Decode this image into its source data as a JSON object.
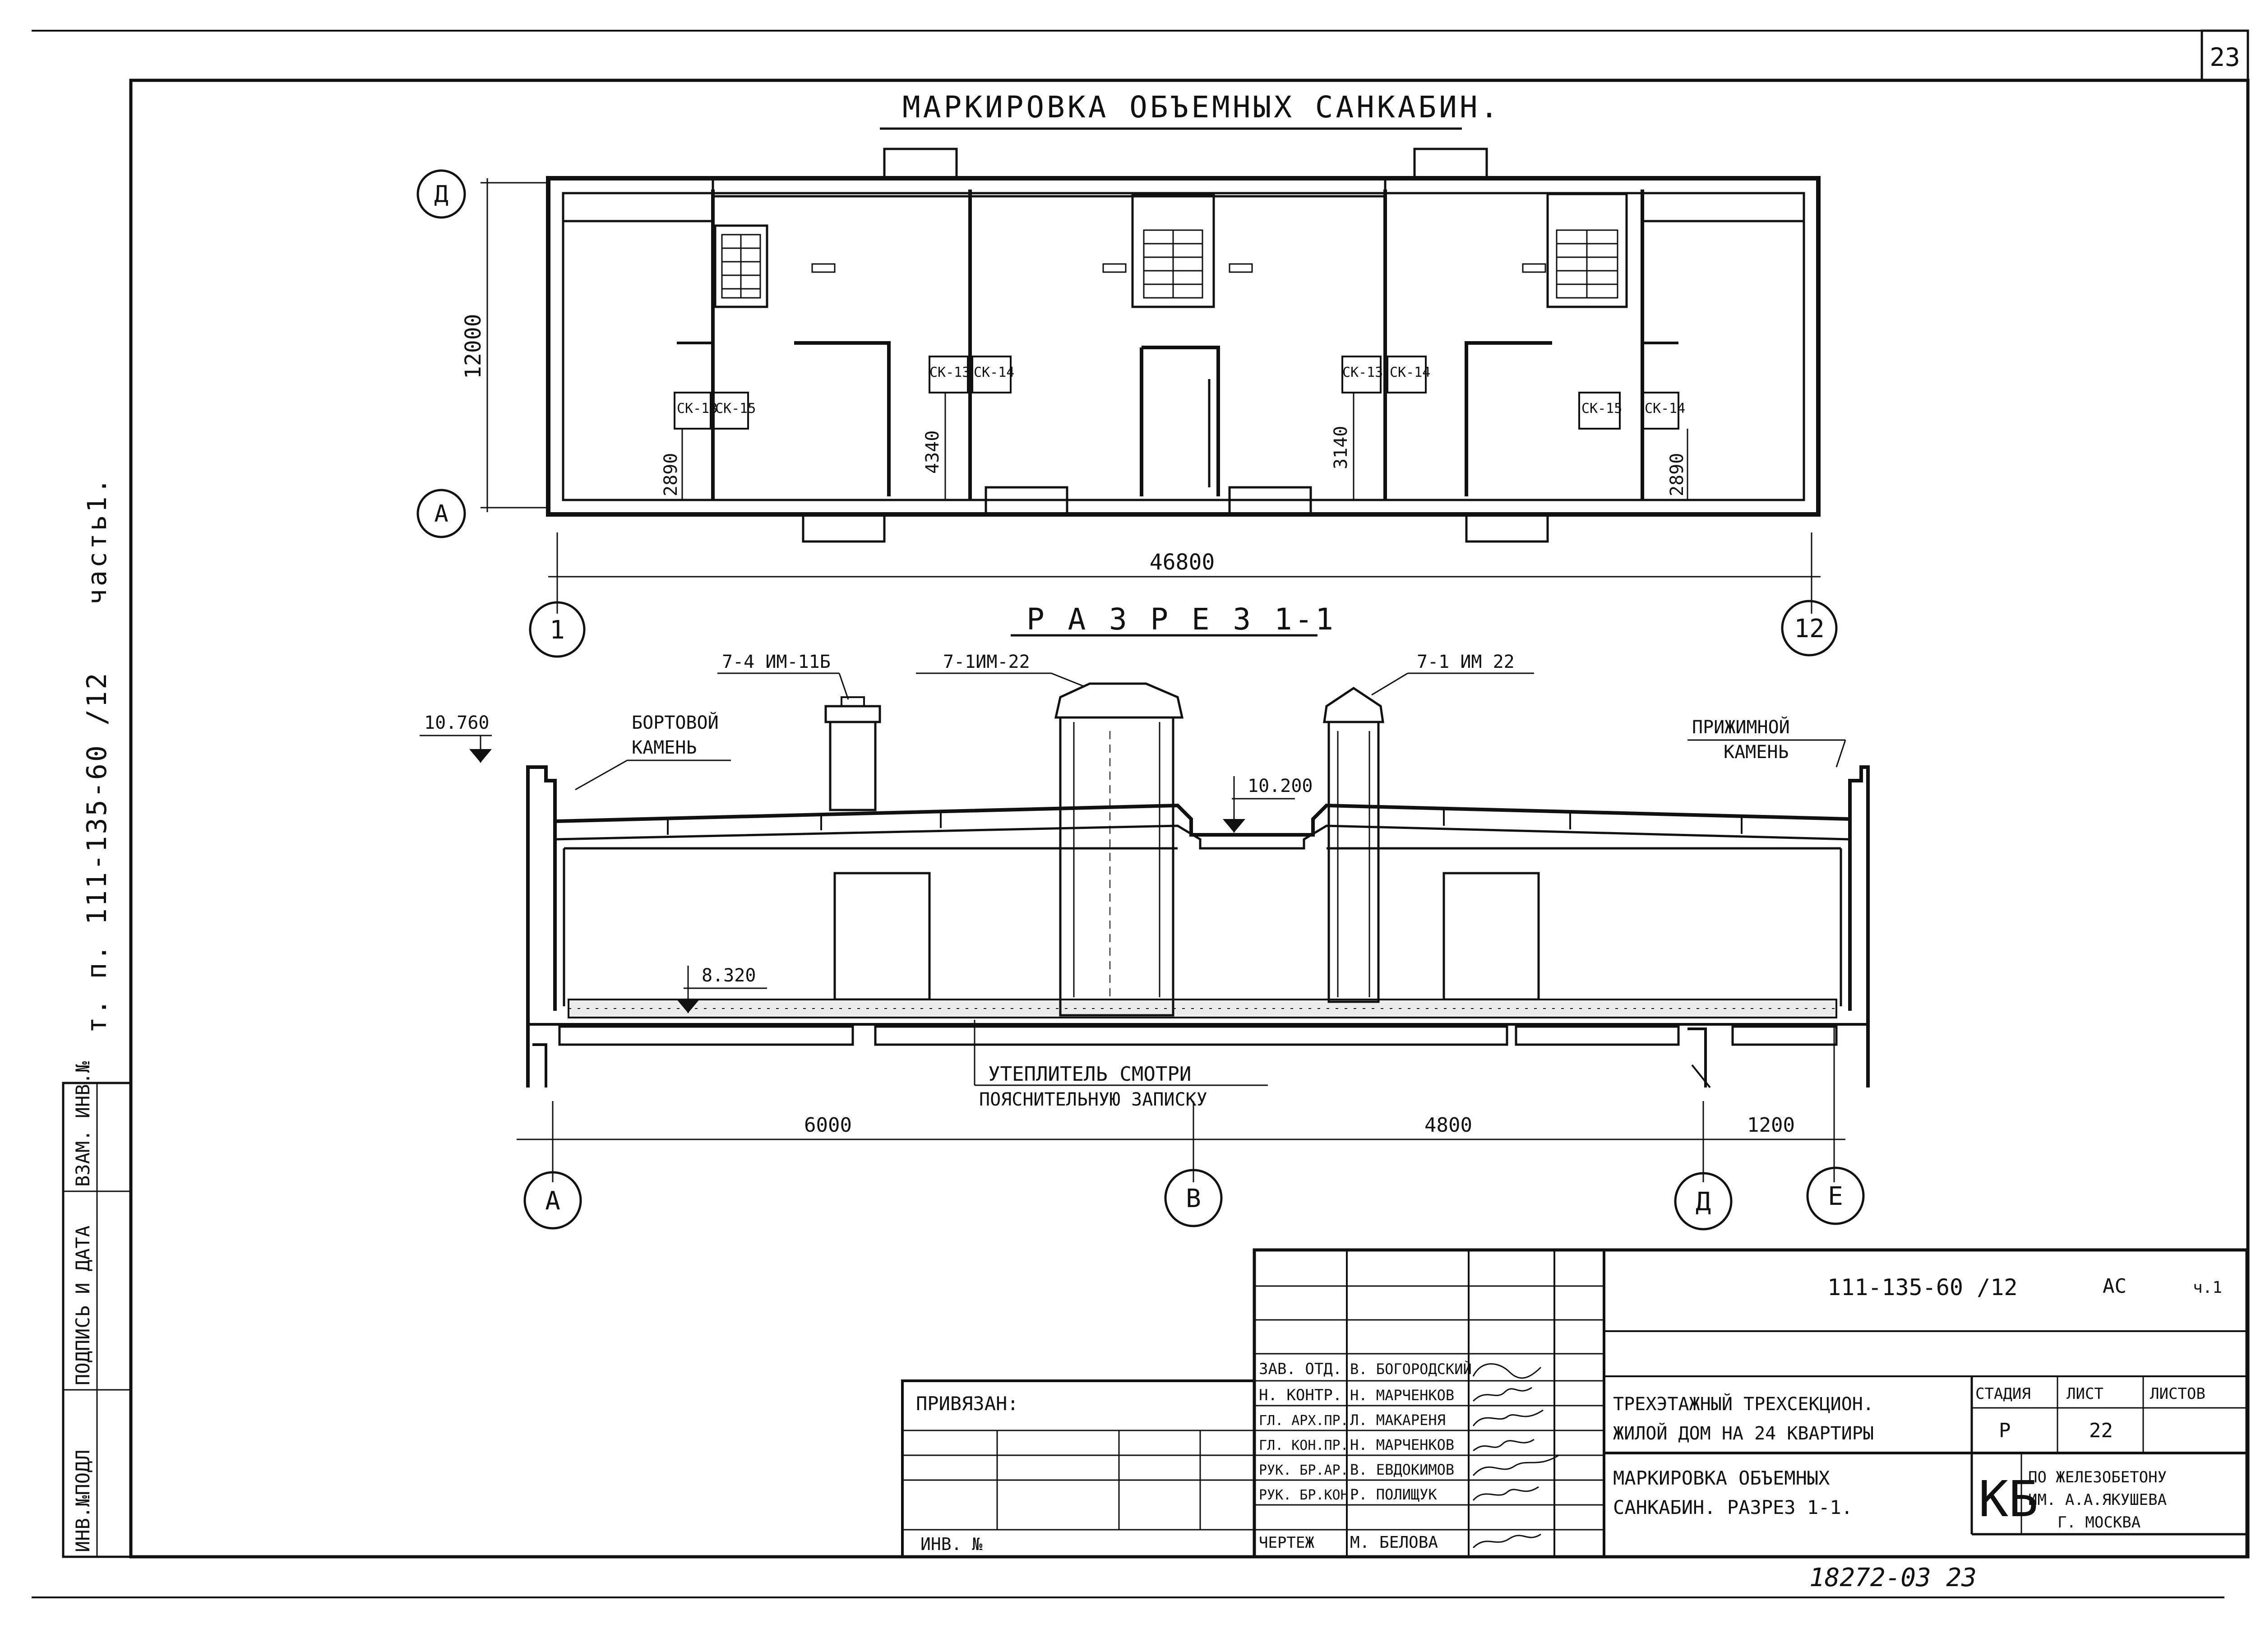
{
  "sheet": {
    "page_number": "23",
    "part": "часть1.",
    "project_code": "т. п.  111-135-60 /12"
  },
  "side_stamp": [
    "ИНВ.№ПОДЛ",
    "ПОДПИСЬ И ДАТА",
    "ВЗАМ. ИНВ.№"
  ],
  "plan": {
    "title": "МАРКИРОВКА  ОБЪЕМНЫХ  САНКАБИН.",
    "axes": {
      "top": "Д",
      "bottom": "А",
      "left": "1",
      "right": "12"
    },
    "dims": {
      "height": "12000",
      "length": "46800",
      "d1": "2890",
      "d2": "4340",
      "d3": "3140",
      "d4": "2890"
    },
    "cabins": [
      "СК-13",
      "СК-15",
      "СК-13",
      "СК-14",
      "СК-13",
      "СК-14",
      "СК-15",
      "СК-14"
    ]
  },
  "section": {
    "title": "Р А З Р Е З   1-1",
    "labels": {
      "vent1": "7-4 ИМ-11Б",
      "vent2": "7-1ИМ-22",
      "vent3": "7-1 ИМ 22",
      "left_stone": [
        "БОРТОВОЙ",
        "КАМЕНЬ"
      ],
      "right_stone": [
        "ПРИЖИМНОЙ",
        "КАМЕНЬ"
      ],
      "insulation": [
        "УТЕПЛИТЕЛЬ СМОТРИ",
        "ПОЯСНИТЕЛЬНУЮ ЗАПИСКУ"
      ]
    },
    "levels": {
      "top": "10.760",
      "mid": "10.200",
      "floor": "8.320"
    },
    "dims": [
      "6000",
      "4800",
      "1200"
    ],
    "axes": [
      "А",
      "В",
      "Д",
      "Е"
    ]
  },
  "title_block": {
    "doc": "111-135-60 /12",
    "mark": "АС",
    "part": "ч.1",
    "attached": "ПРИВЯЗАН:",
    "inv": "ИНВ. №",
    "roles": [
      "ЗАВ. ОТД.",
      "Н. КОНТР.",
      "ГЛ. АРХ.ПР.",
      "ГЛ. КОН.ПР.",
      "РУК. БР.АР.",
      "РУК. БР.КОН.",
      "ЧЕРТЕЖ"
    ],
    "names": [
      "В. БОГОРОДСКИЙ",
      "Н. МАРЧЕНКОВ",
      "Л. МАКАРЕНЯ",
      "Н. МАРЧЕНКОВ",
      "В. ЕВДОКИМОВ",
      "Р. ПОЛИЩУК",
      "М. БЕЛОВА"
    ],
    "building": [
      "ТРЕХЭТАЖНЫЙ ТРЕХСЕКЦИОН.",
      "ЖИЛОЙ ДОМ НА 24 КВАРТИРЫ"
    ],
    "sheet_title": [
      "МАРКИРОВКА  ОБЪЕМНЫХ",
      "САНКАБИН.  РАЗРЕЗ 1-1."
    ],
    "stage_label": "СТАДИЯ",
    "sheet_label": "ЛИСТ",
    "sheets_label": "ЛИСТОВ",
    "stage": "Р",
    "sheet": "22",
    "org_logo": "КБ",
    "org": [
      "ПО ЖЕЛЕЗОБЕТОНУ",
      "ИМ. А.А.ЯКУШЕВА",
      "Г. МОСКВА"
    ],
    "archive": "18272-03  23"
  }
}
